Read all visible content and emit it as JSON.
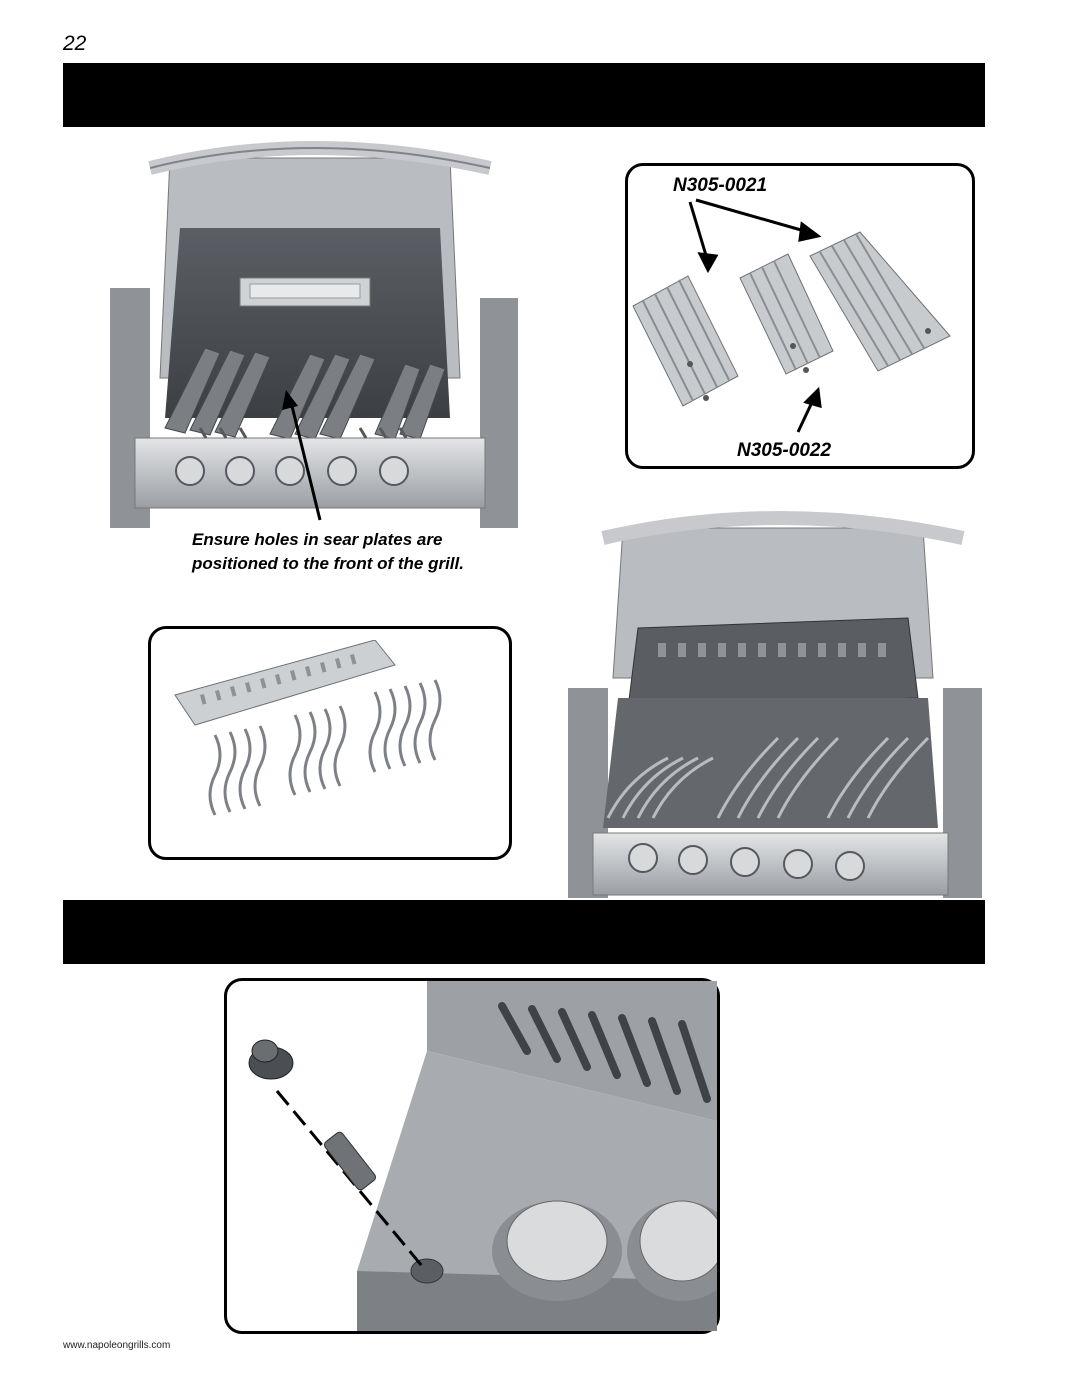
{
  "page": {
    "number": "22",
    "footer_url": "www.napoleongrills.com"
  },
  "parts": {
    "top_label": "N305-0021",
    "bottom_label": "N305-0022"
  },
  "callout": {
    "text": "Ensure holes in sear plates are positioned to the front of the grill."
  },
  "colors": {
    "header_bar": "#000000",
    "steel": "#a9acb0",
    "steel_dark": "#6f7378",
    "steel_light": "#d8dadc"
  },
  "icons": {
    "grill_open_left": "grill-open-with-sear-plates",
    "sear_plates": "sear-plate-set",
    "cooking_grids": "cooking-grid-set",
    "grill_open_right": "grill-open-with-grids",
    "igniter_closeup": "igniter-button-assembly"
  }
}
